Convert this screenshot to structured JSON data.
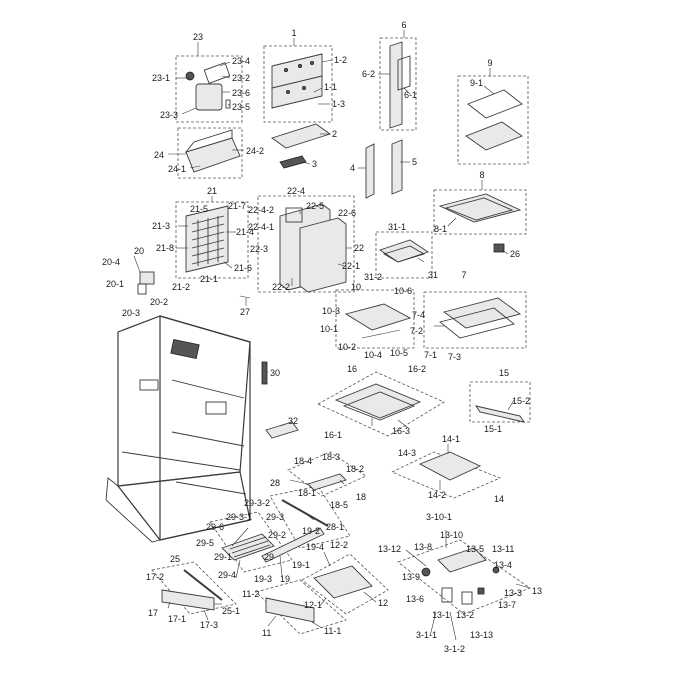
{
  "labels": [
    "23",
    "23-4",
    "23-1",
    "23-2",
    "23-6",
    "23-5",
    "23-3",
    "24",
    "24-2",
    "24-1",
    "1",
    "1-2",
    "1-1",
    "1-3",
    "2",
    "3",
    "6",
    "6-2",
    "6-1",
    "4",
    "5",
    "9",
    "9-1",
    "8",
    "8-1",
    "26",
    "21",
    "21-5",
    "21-7",
    "21-3",
    "21-4",
    "21-8",
    "21-6",
    "21-2",
    "21-1",
    "22-4",
    "22-5",
    "22-4-2",
    "22-6",
    "22-4-1",
    "22-3",
    "22",
    "22-1",
    "22-2",
    "31-1",
    "31",
    "31-2",
    "20",
    "20-4",
    "20-1",
    "20-2",
    "20-3",
    "27",
    "10",
    "10-6",
    "10-3",
    "10-1",
    "10-2",
    "10-4",
    "10-5",
    "7",
    "7-4",
    "7-2",
    "7-1",
    "7-3",
    "30",
    "16",
    "16-2",
    "16-1",
    "16-3",
    "15",
    "15-2",
    "15-1",
    "32",
    "14-1",
    "14-3",
    "14-2",
    "14",
    "18-4",
    "18-3",
    "18-2",
    "18-1",
    "18",
    "18-5",
    "28",
    "29-3-2",
    "29-3-1",
    "29-3",
    "28-1",
    "29-6",
    "29-2",
    "29-5",
    "19-2",
    "29-1",
    "19-4",
    "29",
    "19-1",
    "29-4",
    "19-3",
    "19",
    "25",
    "17-2",
    "12-2",
    "12",
    "12-1",
    "17",
    "17-1",
    "17-3",
    "25-1",
    "11-2",
    "11",
    "11-1",
    "3-10-1",
    "13-10",
    "13-8",
    "13-5",
    "13-11",
    "13-12",
    "13-4",
    "13-9",
    "13",
    "13-6",
    "13-1",
    "13-3",
    "13-2",
    "13-7",
    "3-1-1",
    "13-13",
    "3-1-2"
  ]
}
